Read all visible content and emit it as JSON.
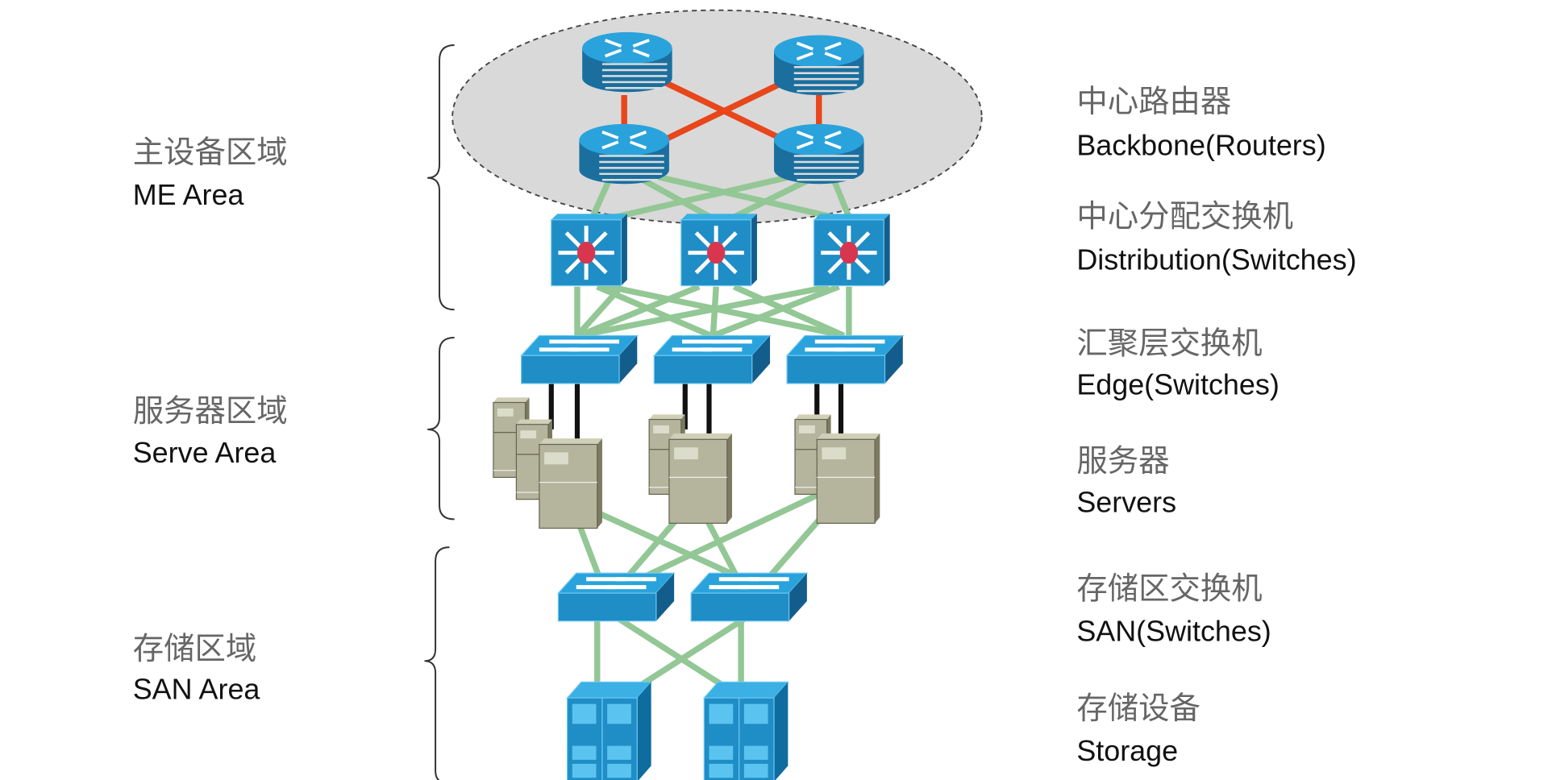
{
  "left_labels": [
    {
      "zh": "主设备区域",
      "en": "ME Area"
    },
    {
      "zh": "服务器区域",
      "en": "Serve Area"
    },
    {
      "zh": "存储区域",
      "en": "SAN Area"
    }
  ],
  "right_labels": [
    {
      "zh": "中心路由器",
      "en": "Backbone(Routers)"
    },
    {
      "zh": "中心分配交换机",
      "en": "Distribution(Switches)"
    },
    {
      "zh": "汇聚层交换机",
      "en": "Edge(Switches)"
    },
    {
      "zh": "服务器",
      "en": "Servers"
    },
    {
      "zh": "存储区交换机",
      "en": "SAN(Switches)"
    },
    {
      "zh": "存储设备",
      "en": "Storage"
    }
  ],
  "colors": {
    "device_blue": "#1f8dc6",
    "device_dark": "#135d8c",
    "backbone_link": "#e8461b",
    "network_link": "#93c795",
    "server_cable": "#111111",
    "server_body": "#b5b49c",
    "backbone_zone": "#d9d9d9"
  },
  "icons": [
    "router-icon",
    "multilayer-switch-icon",
    "switch-icon",
    "server-icon",
    "storage-icon"
  ]
}
